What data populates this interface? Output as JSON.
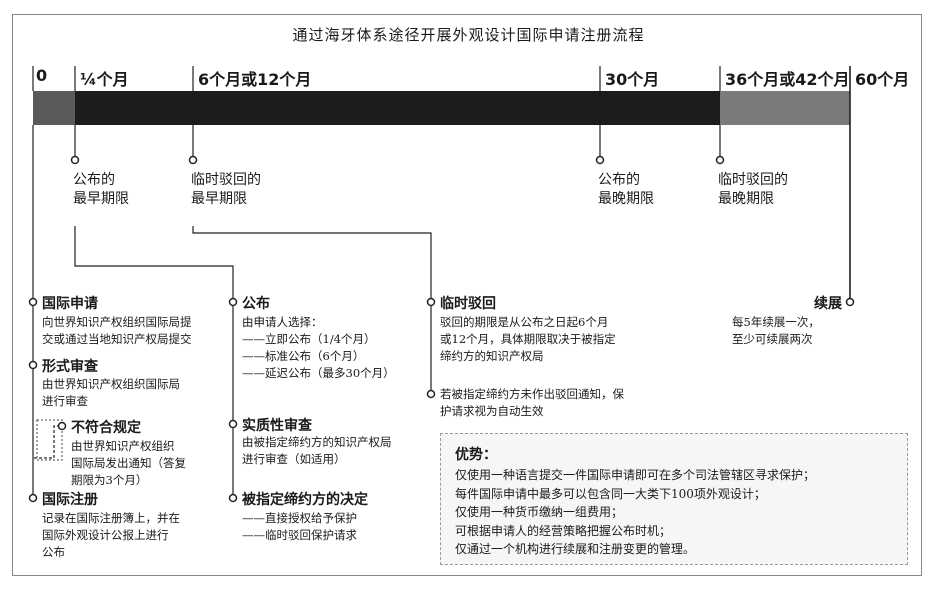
{
  "title": "通过海牙体系途径开展外观设计国际申请注册流程",
  "timeline": {
    "ticks": [
      "0",
      "¼个月",
      "6个月或12个月",
      "30个月",
      "36个月或42个月",
      "60个月"
    ],
    "bar_colors": {
      "first": "#5a5a5a",
      "main": "#1c1c1c",
      "late": "#7a7a7a"
    }
  },
  "milestones": [
    {
      "line1": "公布的",
      "line2": "最早期限"
    },
    {
      "line1": "临时驳回的",
      "line2": "最早期限"
    },
    {
      "line1": "公布的",
      "line2": "最晚期限"
    },
    {
      "line1": "临时驳回的",
      "line2": "最晚期限"
    }
  ],
  "steps": {
    "application": {
      "title": "国际申请",
      "desc": "向世界知识产权组织国际局提\n交或通过当地知识产权局提交"
    },
    "formal_exam": {
      "title": "形式审查",
      "desc": "由世界知识产权组织国际局\n进行审查"
    },
    "irregularity": {
      "title": "不符合规定",
      "desc": "由世界知识产权组织\n国际局发出通知（答复\n期限为3个月）"
    },
    "registration": {
      "title": "国际注册",
      "desc": "记录在国际注册簿上，并在\n国际外观设计公报上进行\n公布"
    },
    "publication": {
      "title": "公布",
      "desc": "由申请人选择：\n——立即公布（1/4个月）\n——标准公布（6个月）\n——延迟公布（最多30个月）"
    },
    "substantive": {
      "title": "实质性审查",
      "desc": "由被指定缔约方的知识产权局\n进行审查（如适用）"
    },
    "decision": {
      "title": "被指定缔约方的决定",
      "desc": "——直接授权给予保护\n——临时驳回保护请求"
    },
    "refusal": {
      "title": "临时驳回",
      "desc": "驳回的期限是从公布之日起6个月\n或12个月，具体期限取决于被指定\n缔约方的知识产权局"
    },
    "auto_effect": {
      "desc": "若被指定缔约方未作出驳回通知，保\n护请求视为自动生效"
    },
    "renewal": {
      "title": "续展",
      "desc": "每5年续展一次，\n至少可续展两次"
    }
  },
  "benefits": {
    "title": "优势：",
    "items": [
      "仅使用一种语言提交一件国际申请即可在多个司法管辖区寻求保护；",
      "每件国际申请中最多可以包含同一大类下100项外观设计；",
      "仅使用一种货币缴纳一组费用；",
      "可根据申请人的经营策略把握公布时机；",
      "仅通过一个机构进行续展和注册变更的管理。"
    ]
  }
}
